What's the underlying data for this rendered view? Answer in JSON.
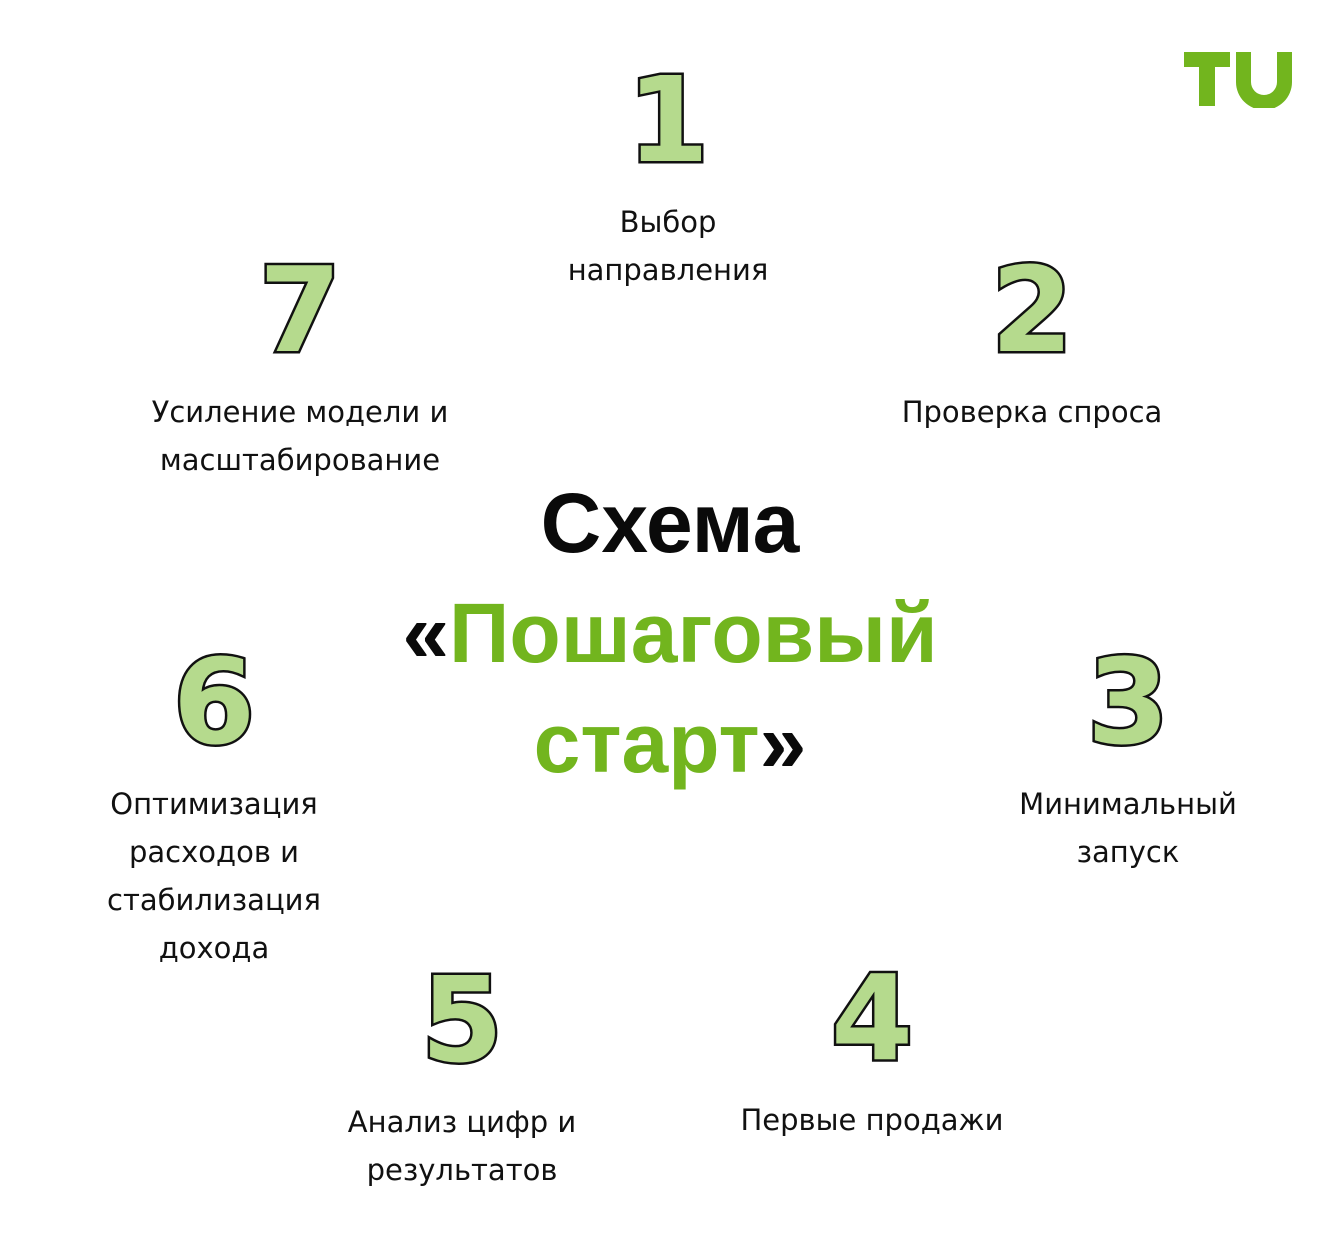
{
  "brand": {
    "logo_text": "TU",
    "color": "#72b51e"
  },
  "title": {
    "line1": "Схема",
    "open_quote": "«",
    "highlight1": "Пошаговый",
    "highlight2": "старт",
    "close_quote": "»"
  },
  "colors": {
    "accent": "#72b51e",
    "number_fill": "#b5da8d",
    "number_outline": "#111111",
    "text": "#111111"
  },
  "steps": [
    {
      "number": "1",
      "label_lines": [
        "Выбор",
        "направления"
      ]
    },
    {
      "number": "2",
      "label_lines": [
        "Проверка спроса"
      ]
    },
    {
      "number": "3",
      "label_lines": [
        "Минимальный",
        "запуск"
      ]
    },
    {
      "number": "4",
      "label_lines": [
        "Первые продажи"
      ]
    },
    {
      "number": "5",
      "label_lines": [
        "Анализ цифр и",
        "результатов"
      ]
    },
    {
      "number": "6",
      "label_lines": [
        "Оптимизация",
        "расходов и",
        "стабилизация",
        "дохода"
      ]
    },
    {
      "number": "7",
      "label_lines": [
        "Усиление модели и",
        "масштабирование"
      ]
    }
  ]
}
